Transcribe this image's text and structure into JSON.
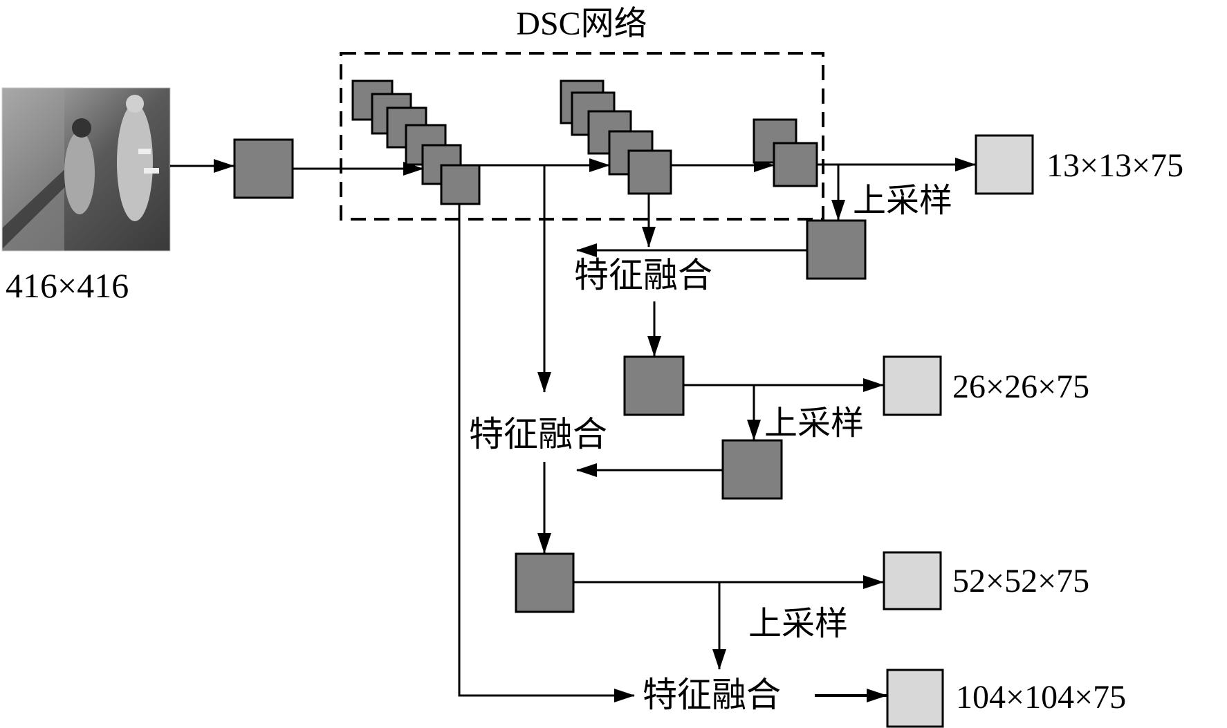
{
  "title": "DSC网络",
  "input": {
    "label": "416×416",
    "image_semantic": "grayscale-photo-of-two-workers-in-tunnel"
  },
  "fusion_labels": [
    "特征融合",
    "特征融合",
    "特征融合"
  ],
  "upsample_labels": [
    "上采样",
    "上采样",
    "上采样"
  ],
  "outputs": [
    {
      "label": "13×13×75"
    },
    {
      "label": "26×26×75"
    },
    {
      "label": "52×52×75"
    },
    {
      "label": "104×104×75"
    }
  ],
  "colors": {
    "layer_fill": "#808080",
    "output_fill": "#d8d8d8",
    "stroke": "#000000"
  }
}
